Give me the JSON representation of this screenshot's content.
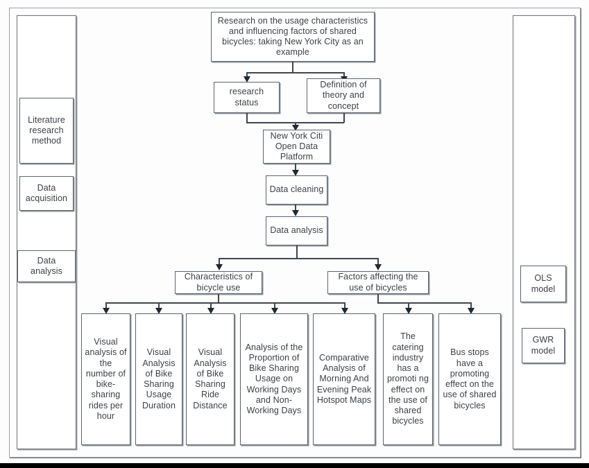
{
  "diagram": {
    "title_box": {
      "label": "Research on the usage characteristics and influencing factors of shared bicycles: taking New York City as an example"
    },
    "level2": [
      {
        "id": "research-status",
        "label": "research status"
      },
      {
        "id": "definition-theory-concept",
        "label": "Definition of theory and concept"
      }
    ],
    "pipeline": [
      {
        "id": "nyc-open-data-platform",
        "label": "New York Citi Open Data Platform"
      },
      {
        "id": "data-cleaning",
        "label": "Data cleaning"
      },
      {
        "id": "data-analysis",
        "label": "Data analysis"
      }
    ],
    "branches": [
      {
        "id": "characteristics-of-bicycle-use",
        "label": "Characteristics of bicycle use"
      },
      {
        "id": "factors-affecting-use-of-bicycles",
        "label": "Factors affecting the use of bicycles"
      }
    ],
    "leaves": [
      {
        "id": "leaf-rides-per-hour",
        "label": "Visual analysis of the number of bike-sharing rides per hour"
      },
      {
        "id": "leaf-usage-duration",
        "label": "Visual Analysis of Bike Sharing Usage Duration"
      },
      {
        "id": "leaf-ride-distance",
        "label": "Visual Analysis of Bike Sharing Ride Distance"
      },
      {
        "id": "leaf-working-nonworking-days",
        "label": "Analysis of the Proportion of Bike Sharing Usage on Working Days and Non-Working Days"
      },
      {
        "id": "leaf-peak-hotspot-maps",
        "label": "Comparative Analysis of Morning And Evening Peak Hotspot Maps"
      },
      {
        "id": "leaf-catering-industry",
        "label": "The catering industry has a promoti ng effect on the use of shared bicycles"
      },
      {
        "id": "leaf-bus-stops",
        "label": "Bus stops have a promoting effect on the use of shared bicycles"
      }
    ],
    "left_column": {
      "stages": [
        {
          "id": "literature-research-method",
          "label": "Literature research method"
        },
        {
          "id": "data-acquisition",
          "label": "Data acquisition"
        },
        {
          "id": "data-analysis-stage",
          "label": "Data analysis"
        }
      ]
    },
    "right_column": {
      "models": [
        {
          "id": "ols-model",
          "label": "OLS model"
        },
        {
          "id": "gwr-model",
          "label": "GWR model"
        }
      ]
    },
    "colors": {
      "box_border": "#5c646e",
      "line": "#3f464e",
      "text": "#3a3f45",
      "background": "#fdfdfd"
    }
  }
}
